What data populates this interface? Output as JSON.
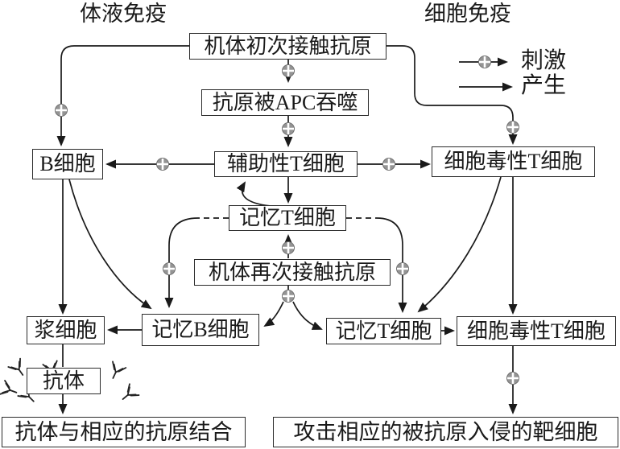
{
  "diagram": {
    "titles": {
      "humoral": "体液免疫",
      "cellular": "细胞免疫"
    },
    "boxes": {
      "first_contact": "机体初次接触抗原",
      "apc": "抗原被APC吞噬",
      "b_cell": "B细胞",
      "helper_t": "辅助性T细胞",
      "cytotoxic_t_top": "细胞毒性T细胞",
      "memory_t_center": "记忆T细胞",
      "second_contact": "机体再次接触抗原",
      "plasma_cell": "浆细胞",
      "memory_b": "记忆B细胞",
      "memory_t_bottom": "记忆T细胞",
      "cytotoxic_t_bottom": "细胞毒性T细胞",
      "antibody": "抗体",
      "humoral_result": "抗体与相应的抗原结合",
      "cellular_result": "攻击相应的被抗原入侵的靶细胞"
    },
    "legend": {
      "stimulate": "刺激",
      "produce": "产生"
    },
    "colors": {
      "ink": "#1a1a1a",
      "stimulate_marker": "#8f8f8f",
      "background": "#ffffff"
    }
  }
}
